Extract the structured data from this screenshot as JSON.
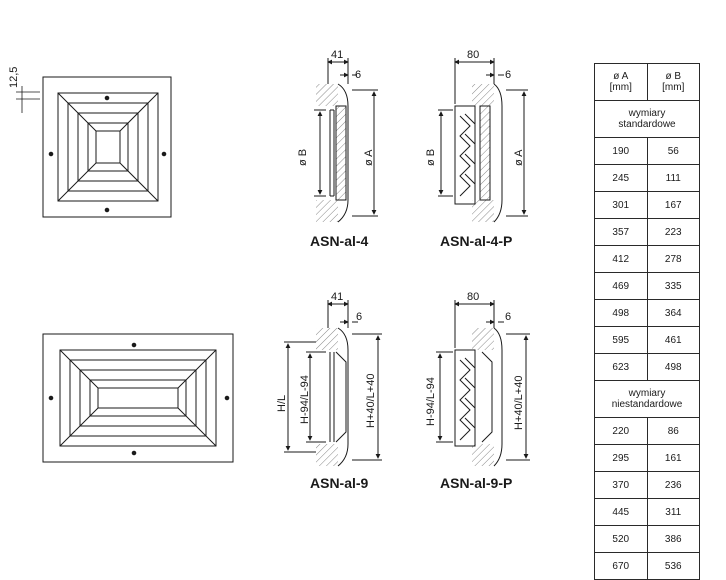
{
  "dimensions": {
    "flange": "12,5",
    "depth_plain": "41",
    "depth_p": "80",
    "gap": "6",
    "dia_b": "ø B",
    "dia_a": "ø A",
    "h_l": "H/L",
    "h_inner": "H-94/L-94",
    "h_outer": "H+40/L+40"
  },
  "models": {
    "m1": "ASN-al-4",
    "m2": "ASN-al-4-P",
    "m3": "ASN-al-9",
    "m4": "ASN-al-9-P"
  },
  "table": {
    "col_a": "ø A",
    "col_b": "ø B",
    "unit": "[mm]",
    "standard_label_1": "wymiary",
    "standard_label_2": "standardowe",
    "standard_rows": [
      [
        "190",
        "56"
      ],
      [
        "245",
        "111"
      ],
      [
        "301",
        "167"
      ],
      [
        "357",
        "223"
      ],
      [
        "412",
        "278"
      ],
      [
        "469",
        "335"
      ],
      [
        "498",
        "364"
      ],
      [
        "595",
        "461"
      ],
      [
        "623",
        "498"
      ]
    ],
    "nonstandard_label_1": "wymiary",
    "nonstandard_label_2": "niestandardowe",
    "nonstandard_rows": [
      [
        "220",
        "86"
      ],
      [
        "295",
        "161"
      ],
      [
        "370",
        "236"
      ],
      [
        "445",
        "311"
      ],
      [
        "520",
        "386"
      ],
      [
        "670",
        "536"
      ]
    ]
  }
}
